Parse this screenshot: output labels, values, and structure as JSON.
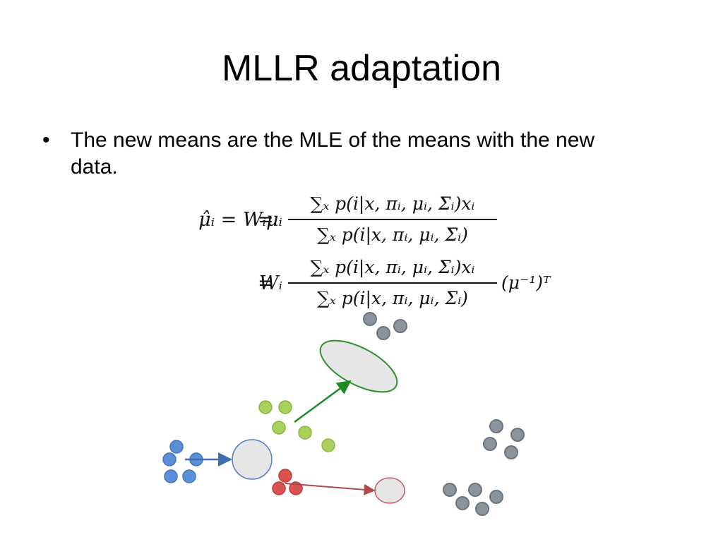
{
  "slide": {
    "title": "MLLR adaptation",
    "bullets": [
      {
        "marker": "•",
        "text": "The new means are the MLE of the means with the new data."
      }
    ]
  },
  "equations": {
    "row1": {
      "lhs": "μ̂ᵢ = Wᵢμᵢ",
      "sign": "=",
      "numerator": "∑ₓ p(i|x, πᵢ, μᵢ, Σᵢ)xᵢ",
      "denominator": "∑ₓ p(i|x, πᵢ, μᵢ, Σᵢ)"
    },
    "row2": {
      "lhs": "Wᵢ",
      "sign": "=",
      "numerator": "∑ₓ p(i|x, πᵢ, μᵢ, Σᵢ)xᵢ",
      "denominator": "∑ₓ p(i|x, πᵢ, μᵢ, Σᵢ)",
      "tail": "(μ⁻¹)ᵀ"
    }
  },
  "diagram": {
    "colors": {
      "blue": "#5b8fd8",
      "green": "#a8d05a",
      "red": "#d9534f",
      "gray": "#8c939c",
      "green_arrow": "#1f8a1f",
      "blue_arrow": "#3f6fb0",
      "red_arrow": "#b04a4a",
      "target_fill": "#e6e6e6"
    }
  }
}
